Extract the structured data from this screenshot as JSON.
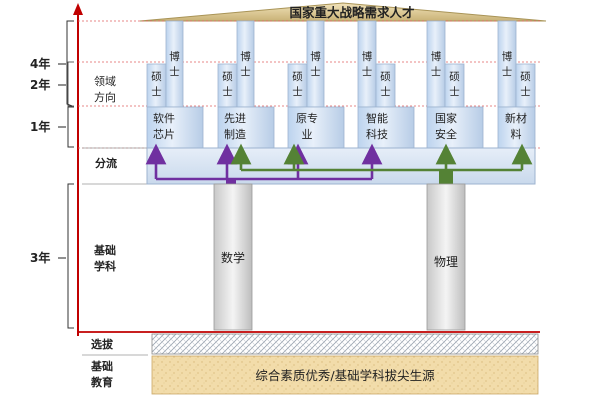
{
  "roof": {
    "title": "国家重大战略需求人才"
  },
  "left_axis": {
    "years": [
      {
        "id": "year-4",
        "text": "4年"
      },
      {
        "id": "year-2",
        "text": "2年"
      },
      {
        "id": "year-1",
        "text": "1年"
      },
      {
        "id": "year-3",
        "text": "3年"
      }
    ],
    "stage_labels": {
      "domain_line1": "领域",
      "domain_line2": "方向",
      "fenliu": "分流",
      "basic_line1": "基础",
      "basic_line2": "学科",
      "xuanba": "选拔",
      "edu_line1": "基础",
      "edu_line2": "教育"
    }
  },
  "degrees": {
    "doctor_line1": "博",
    "doctor_line2": "士",
    "master_line1": "硕",
    "master_line2": "士"
  },
  "directions": [
    {
      "id": "software-chip",
      "line1": "软件",
      "line2": "芯片"
    },
    {
      "id": "advanced-manufacturing",
      "line1": "先进",
      "line2": "制造"
    },
    {
      "id": "nuclear",
      "line1": "原专",
      "line2": "业"
    },
    {
      "id": "intelligent-tech",
      "line1": "智能",
      "line2": "科技"
    },
    {
      "id": "national-security",
      "line1": "国家",
      "line2": "安全"
    },
    {
      "id": "new-materials",
      "line1": "新材",
      "line2": "料"
    }
  ],
  "pillars": [
    {
      "id": "math",
      "text": "数学"
    },
    {
      "id": "physics",
      "text": "物理"
    }
  ],
  "foundation": {
    "text": "综合素质优秀/基础学科拔尖生源"
  },
  "colors": {
    "roof": "#d4c08a",
    "axis_red": "#c00000",
    "purple": "#7030a0",
    "green": "#548235",
    "box_blue": "#dce6f2",
    "pillar": "#d9d9d9",
    "foundation": "#f0d9a8"
  }
}
